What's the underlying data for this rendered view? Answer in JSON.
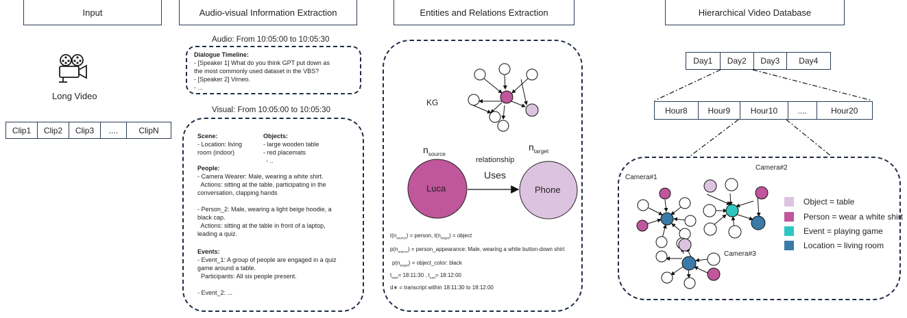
{
  "columns": {
    "input": {
      "header": "Input",
      "video_label": "Long Video",
      "clips": [
        "Clip1",
        "Clip2",
        "Clip3",
        "....",
        "ClipN"
      ]
    },
    "extraction": {
      "header": "Audio-visual Information Extraction",
      "audio_title": "Audio: From 10:05:00 to 10:05:30",
      "dialogue_heading": "Dialogue Timeline:",
      "dialogue_lines": [
        "- [Speaker 1] What do you think GPT put down as",
        "the most commonly used dataset in the VBS?",
        "- [Speaker 2] Vimeo.",
        "- ..."
      ],
      "visual_title": "Visual: From 10:05:00 to 10:05:30",
      "scene_heading": "Scene:",
      "scene_lines": [
        "- Location: living",
        "room (indoor)"
      ],
      "objects_heading": "Objects:",
      "objects_lines": [
        "- large wooden table",
        "- red placemats",
        "- .."
      ],
      "people_heading": "People:",
      "people_lines": [
        "- Camera Wearer: Male, wearing a white shirt.",
        "  Actions: sitting at the table, participating in the",
        "conversation, clapping hands",
        "",
        "- Person_2: Male, wearing a light beige hoodie, a",
        "black cap.",
        "  Actions: sitting at the table in front of a laptop,",
        "leading a quiz."
      ],
      "events_heading": "Events:",
      "events_lines": [
        "- Event_1: A group of people are engaged in a quiz",
        "game around a table.",
        "  Participants: All six people present.",
        "",
        "- Event_2: ..."
      ]
    },
    "entities": {
      "header": "Entities and Relations Extraction",
      "kg_label": "KG",
      "n_source_main": "n",
      "n_source_sub": "source",
      "n_target_main": "n",
      "n_target_sub": "target",
      "relationship_label": "relationship",
      "relation": "Uses",
      "source_node": "Luca",
      "target_node": "Phone",
      "formulas": {
        "f1_a": "t(n",
        "f1_a_sub": "source",
        "f1_b": ") = person, t(n",
        "f1_b_sub": "target",
        "f1_c": ") = object",
        "f2_a": "p(n",
        "f2_a_sub": "source",
        "f2_b": ") = person_appearance: Male, wearing a white button-down shirt",
        "f3_a": "p(n",
        "f3_a_sub": "target",
        "f3_b": ") = object_color: black",
        "f4_a": "t",
        "f4_a_sub": "start",
        "f4_b": "= 18:11:30 , t",
        "f4_b_sub": "end",
        "f4_c": "= 18:12:00",
        "f5": "d∗ = transcript within 18:11:30 to 18:12:00"
      }
    },
    "database": {
      "header": "Hierarchical Video Database",
      "days": [
        "Day1",
        "Day2",
        "Day3",
        "Day4"
      ],
      "hours": [
        "Hour8",
        "Hour9",
        "Hour10",
        "....",
        "Hour20"
      ],
      "cameras": [
        "Camera#1",
        "Camera#2",
        "Camera#3"
      ],
      "legend": [
        {
          "label": "Object = table",
          "color": "#dcc3df"
        },
        {
          "label": "Person = wear a white shirt",
          "color": "#c0569b"
        },
        {
          "label": "Event = playing game",
          "color": "#2ec6c0"
        },
        {
          "label": "Location = living room",
          "color": "#3b7aa6"
        }
      ]
    }
  },
  "colors": {
    "border": "#2a3a55",
    "person": "#c0569b",
    "object": "#dcc3df",
    "event": "#2ec6c0",
    "location": "#3b7aa6"
  }
}
